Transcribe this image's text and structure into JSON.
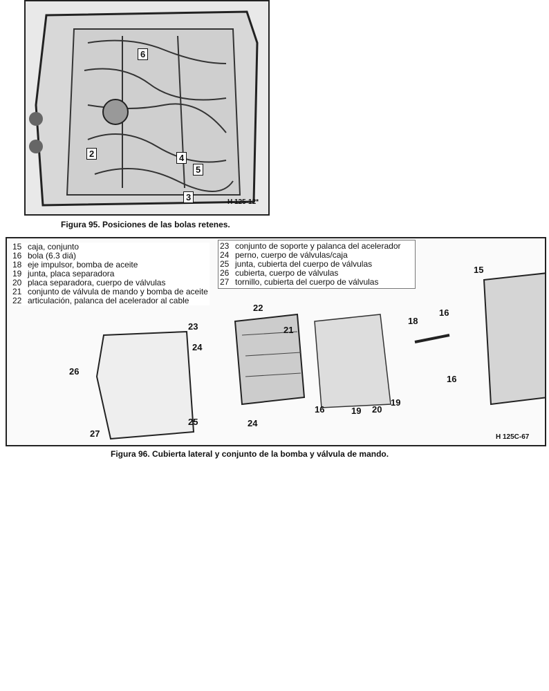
{
  "figure95": {
    "caption": "Figura 95. Posiciones de las bolas retenes.",
    "callouts": [
      "6",
      "2",
      "4",
      "5",
      "3"
    ],
    "code": "H 125-12*"
  },
  "figure96": {
    "caption": "Figura 96. Cubierta lateral y conjunto de la bomba y válvula de mando.",
    "code": "H 125C-67",
    "legend_left": [
      {
        "n": "15",
        "t": "caja, conjunto"
      },
      {
        "n": "16",
        "t": "bola (6.3 diá)"
      },
      {
        "n": "18",
        "t": "eje impulsor, bomba de aceite"
      },
      {
        "n": "19",
        "t": "junta, placa separadora"
      },
      {
        "n": "20",
        "t": "placa separadora, cuerpo de válvulas"
      },
      {
        "n": "21",
        "t": "conjunto de válvula de mando y bomba de aceite"
      },
      {
        "n": "22",
        "t": "articulación, palanca del acelerador al cable"
      }
    ],
    "legend_right": [
      {
        "n": "23",
        "t": "conjunto de soporte y palanca del acelerador"
      },
      {
        "n": "24",
        "t": "perno, cuerpo de válvulas/caja"
      },
      {
        "n": "25",
        "t": "junta, cubierta del cuerpo de válvulas"
      },
      {
        "n": "26",
        "t": "cubierta, cuerpo de válvulas"
      },
      {
        "n": "27",
        "t": "tornillo, cubierta del cuerpo de válvulas"
      }
    ],
    "callouts": {
      "c22": "22",
      "c21": "21",
      "c23": "23",
      "c24a": "24",
      "c26": "26",
      "c25": "25",
      "c27": "27",
      "c24b": "24",
      "c16a": "16",
      "c19a": "19",
      "c20": "20",
      "c19b": "19",
      "c18": "18",
      "c16b": "16",
      "c15": "15",
      "c16c": "16"
    }
  }
}
